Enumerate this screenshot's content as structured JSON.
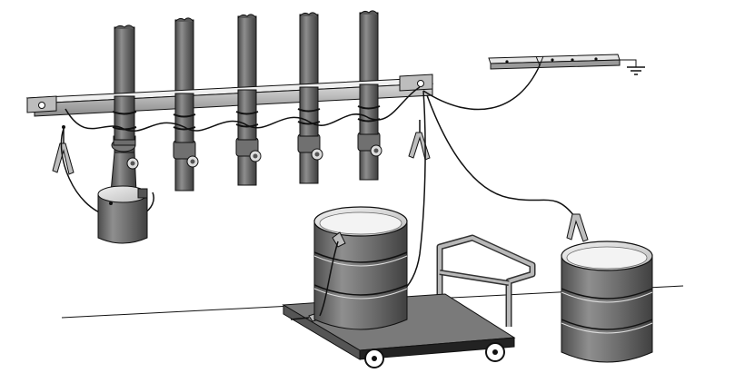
{
  "diagram": {
    "subject": "grounding-and-bonding-setup",
    "colors": {
      "metal_dark": "#5b5b5b",
      "metal_mid": "#8a8a8a",
      "metal_light": "#c9c9c9",
      "metal_top": "#e2e2e2",
      "outline": "#111111",
      "cart_deck": "#777777",
      "background": "#ffffff"
    },
    "icons": {
      "ground_symbol": "earth-ground-icon",
      "clamp": "alligator-clamp-icon"
    },
    "parts": {
      "pipes": 5,
      "drums": 2,
      "buckets": 1,
      "carts": 1,
      "clamps": 5,
      "ground_bars": 1
    }
  }
}
